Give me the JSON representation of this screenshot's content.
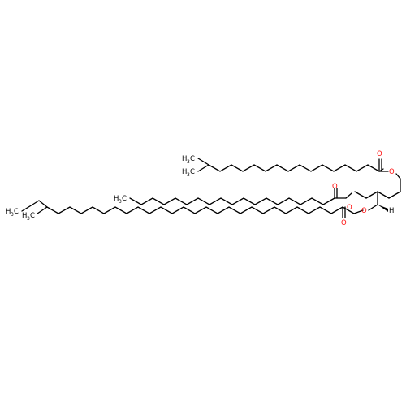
{
  "molecule": {
    "atoms": {
      "o1": "O",
      "o2": "O",
      "o3": "O",
      "o4": "O",
      "o5": "O",
      "o6": "O",
      "h_stereo": "H"
    },
    "methyl_groups": {
      "m1_main": "H",
      "m1_sub": "3",
      "m1_c": "C",
      "m2_main": "H",
      "m2_sub": "3",
      "m2_c": "C",
      "m3_main": "H",
      "m3_sub": "3",
      "m3_c": "C",
      "m4_main": "H",
      "m4_sub": "3",
      "m4_c": "C",
      "m5_main": "H",
      "m5_sub": "3",
      "m5_c": "C"
    },
    "colors": {
      "bond": "#000000",
      "oxygen": "#ff0d0d"
    }
  }
}
